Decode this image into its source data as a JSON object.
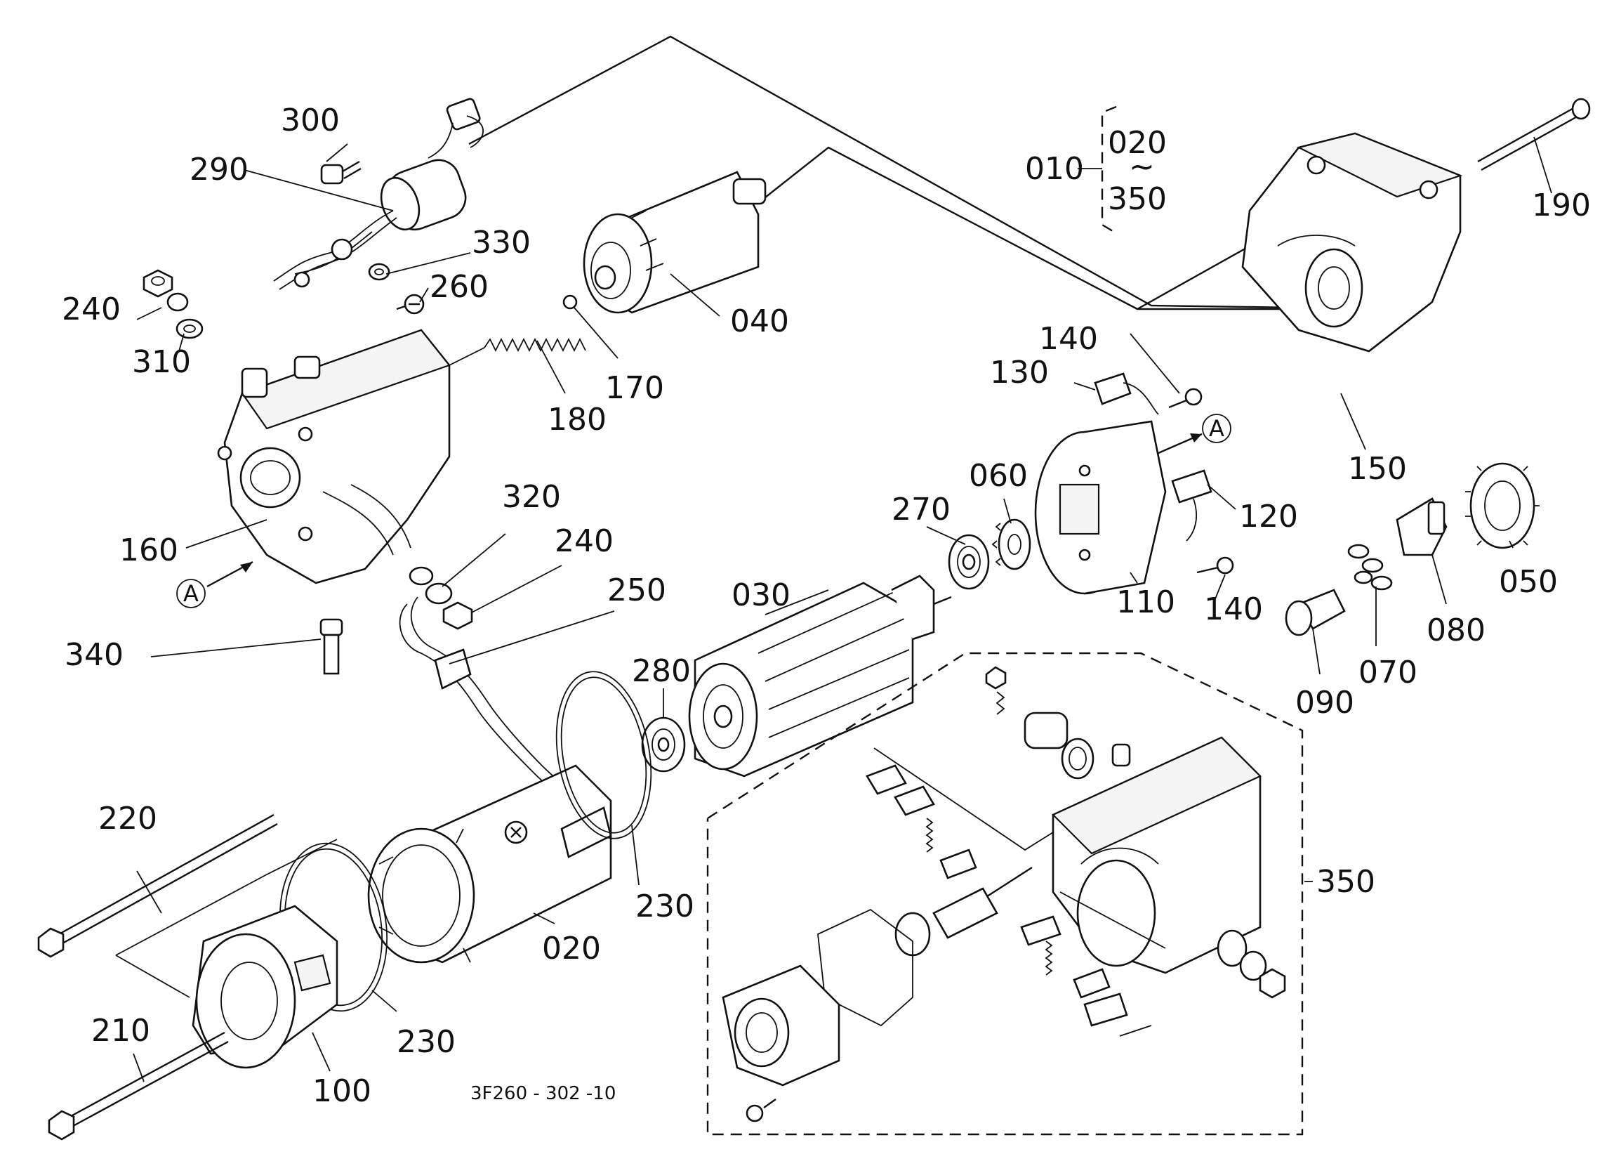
{
  "diagram": {
    "drawing_code": "3F260 - 302 -10",
    "assembly": {
      "number": "010",
      "range_start": "020",
      "range_mark": "~",
      "range_end": "350"
    },
    "view_marker": "A",
    "callouts": [
      {
        "id": "c300",
        "label": "300"
      },
      {
        "id": "c290",
        "label": "290"
      },
      {
        "id": "c330",
        "label": "330"
      },
      {
        "id": "c260",
        "label": "260"
      },
      {
        "id": "c240a",
        "label": "240"
      },
      {
        "id": "c310",
        "label": "310"
      },
      {
        "id": "c040",
        "label": "040"
      },
      {
        "id": "c180",
        "label": "180"
      },
      {
        "id": "c170",
        "label": "170"
      },
      {
        "id": "c160",
        "label": "160"
      },
      {
        "id": "c320",
        "label": "320"
      },
      {
        "id": "c240b",
        "label": "240"
      },
      {
        "id": "c250",
        "label": "250"
      },
      {
        "id": "c340",
        "label": "340"
      },
      {
        "id": "c140a",
        "label": "140"
      },
      {
        "id": "c130",
        "label": "130"
      },
      {
        "id": "c060",
        "label": "060"
      },
      {
        "id": "c270",
        "label": "270"
      },
      {
        "id": "c030",
        "label": "030"
      },
      {
        "id": "c280",
        "label": "280"
      },
      {
        "id": "c120",
        "label": "120"
      },
      {
        "id": "c110",
        "label": "110"
      },
      {
        "id": "c140b",
        "label": "140"
      },
      {
        "id": "c150",
        "label": "150"
      },
      {
        "id": "c190",
        "label": "190"
      },
      {
        "id": "c050",
        "label": "050"
      },
      {
        "id": "c080",
        "label": "080"
      },
      {
        "id": "c070",
        "label": "070"
      },
      {
        "id": "c090",
        "label": "090"
      },
      {
        "id": "c220",
        "label": "220"
      },
      {
        "id": "c210",
        "label": "210"
      },
      {
        "id": "c230a",
        "label": "230"
      },
      {
        "id": "c230b",
        "label": "230"
      },
      {
        "id": "c020",
        "label": "020"
      },
      {
        "id": "c100",
        "label": "100"
      },
      {
        "id": "c350",
        "label": "350"
      }
    ]
  }
}
